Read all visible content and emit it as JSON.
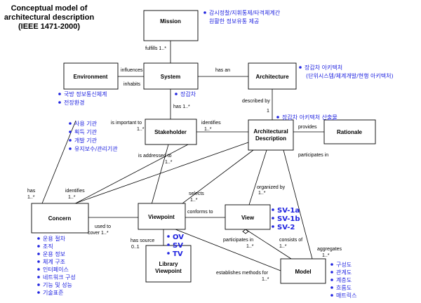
{
  "title": {
    "line1": "Conceptual model of",
    "line2": "architectural description",
    "line3": "(IEEE 1471-2000)"
  },
  "boxes": {
    "mission": "Mission",
    "environment": "Environment",
    "system": "System",
    "architecture": "Architecture",
    "stakeholder": "Stakeholder",
    "ad_line1": "Architectural",
    "ad_line2": "Description",
    "rationale": "Rationale",
    "concern": "Concern",
    "viewpoint": "Viewpoint",
    "view": "View",
    "libvp_line1": "Library",
    "libvp_line2": "Viewpoint",
    "model": "Model"
  },
  "relations": {
    "fulfills": "fulfills 1..*",
    "influences": "influences",
    "inhabits": "inhabits",
    "has_an": "has an",
    "described_by": "described by",
    "one": "1",
    "has_1n": "has 1..*",
    "identifies_sh": "identifies",
    "one_n_a": "1..*",
    "provides": "provides",
    "is_important_to": "is important to",
    "one_n_b": "1..*",
    "participates_in_top": "participates in",
    "is_addressed_to": "is addressed to",
    "one_n_c": "1..*",
    "organized_by": "organized by",
    "one_n_d": "1..*",
    "selects": "selects",
    "one_n_e": "1..*",
    "has": "has",
    "one_n_f": "1..*",
    "identifies_c": "identifies",
    "one_n_g": "1..*",
    "conforms_to": "conforms to",
    "used_to_cover": "used to",
    "cover_1n": "cover 1..*",
    "has_source": "has source",
    "zero_one": "0..1",
    "participates_in_view": "participates in",
    "one_n_h": "1..*",
    "consists_of": "consists of",
    "one_n_i": "1..*",
    "aggregates": "aggregates",
    "one_n_j": "1..*",
    "establishes": "establishes methods for",
    "one_n_k": "1..*"
  },
  "annotations": {
    "mission": [
      "감시정찰/지휘통제/타격체계간",
      "원활한 정보유통 제공"
    ],
    "environment": [
      "국방 정보통신체계",
      "전장환경"
    ],
    "system": [
      "장갑차"
    ],
    "architecture": [
      "장갑차 아키텍처",
      "(단위시스템/체계개발/현행 아키텍처)"
    ],
    "ad": [
      "장갑차 아키텍처 산출물"
    ],
    "stakeholder": [
      "사용 기관",
      "획득 기관",
      "개발 기관",
      "유지보수/관리기관"
    ],
    "concern": [
      "운용 절차",
      "조직",
      "운용 정보",
      "체계 구조",
      "인터페이스",
      "네트워크 구성",
      "기능 및 성능",
      "기술표준"
    ],
    "viewpoint": [
      "OV",
      "SV",
      "TV"
    ],
    "view": [
      "SV-1a",
      "SV-1b",
      "SV-2"
    ],
    "model": [
      "구성도",
      "관계도",
      "계층도",
      "흐름도",
      "매트릭스"
    ]
  }
}
